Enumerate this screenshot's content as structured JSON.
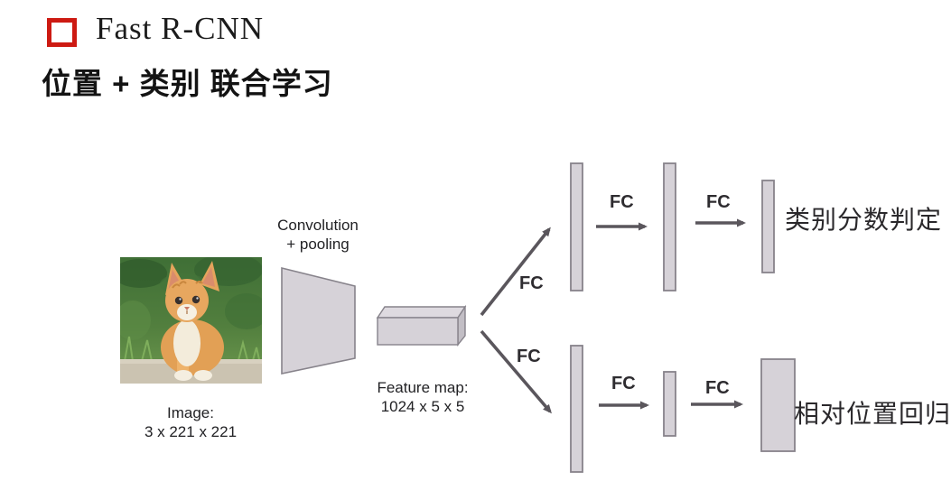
{
  "slide": {
    "title": "Fast R-CNN",
    "subtitle": "位置 + 类别 联合学习"
  },
  "diagram": {
    "image_caption_line1": "Image:",
    "image_caption_line2": "3 x 221 x 221",
    "conv_caption_line1": "Convolution",
    "conv_caption_line2": "+ pooling",
    "feature_caption_line1": "Feature map:",
    "feature_caption_line2": "1024 x 5 x 5",
    "fc_labels": [
      "FC",
      "FC",
      "FC",
      "FC",
      "FC",
      "FC"
    ],
    "output_top": "类别分数判定",
    "output_bottom": "相对位置回归"
  },
  "colors": {
    "bullet_red": "#cd1a12",
    "shape_fill": "#d6d2d8",
    "shape_stroke": "#87838b",
    "arrow": "#5a565c",
    "text": "#1b1b1b"
  }
}
